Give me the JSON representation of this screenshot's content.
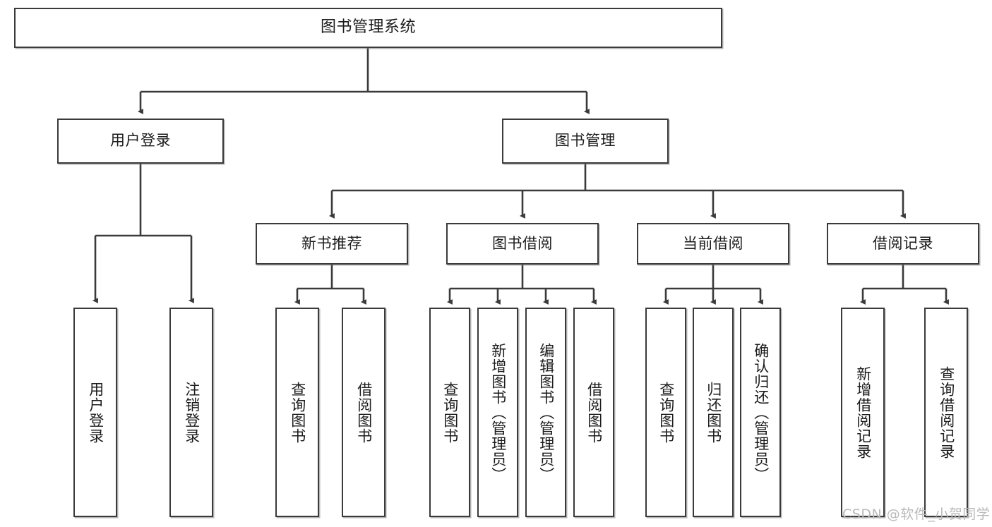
{
  "diagram": {
    "title": "图书管理系统",
    "watermark": "CSDN @软件_小贺同学",
    "stroke_color": "#3a3a3a",
    "fill_color": "#ffffff",
    "text_color": "#1c1c1c",
    "watermark_color": "#b9b9b9"
  },
  "nodes": {
    "root": {
      "label": "图书管理系统"
    },
    "level2": [
      {
        "label": "用户登录"
      },
      {
        "label": "图书管理"
      }
    ],
    "level3": [
      {
        "label": "新书推荐"
      },
      {
        "label": "图书借阅"
      },
      {
        "label": "当前借阅"
      },
      {
        "label": "借阅记录"
      }
    ],
    "leaves": {
      "user_login": [
        {
          "label": "用户登录"
        },
        {
          "label": "注销登录"
        }
      ],
      "new_book_recommend": [
        {
          "label": "查询图书"
        },
        {
          "label": "借阅图书"
        }
      ],
      "book_borrow": [
        {
          "label": "查询图书"
        },
        {
          "label": "新增图书（管理员）"
        },
        {
          "label": "编辑图书（管理员）"
        },
        {
          "label": "借阅图书"
        }
      ],
      "current_borrow": [
        {
          "label": "查询图书"
        },
        {
          "label": "归还图书"
        },
        {
          "label": "确认归还（管理员）"
        }
      ],
      "borrow_record": [
        {
          "label": "新增借阅记录"
        },
        {
          "label": "查询借阅记录"
        }
      ]
    }
  }
}
